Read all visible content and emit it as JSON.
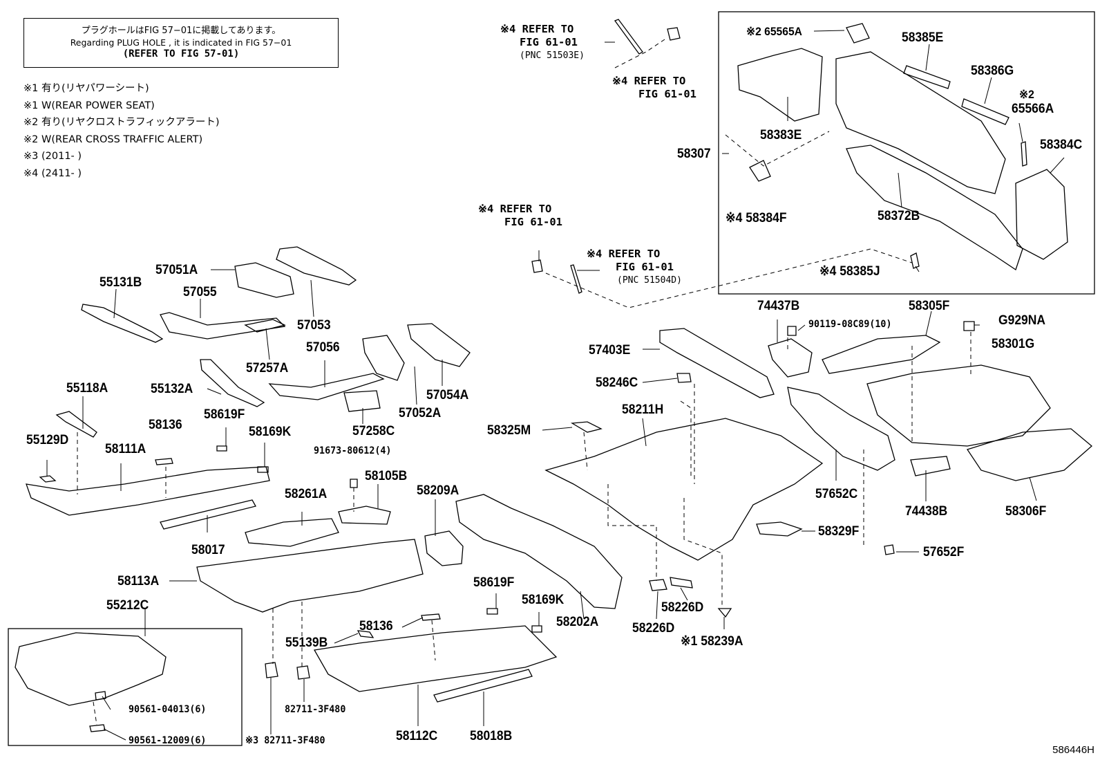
{
  "note": {
    "line1": "プラグホールはFIG 57−01に掲載してあります。",
    "line2": "Regarding  PLUG HOLE , it is indicated in FIG  57−01",
    "line3": "(REFER TO FIG 57-01)"
  },
  "legend": [
    "※1 有り(リヤパワーシート)",
    "※1 W(REAR POWER SEAT)",
    "※2 有り(リヤクロストラフィックアラート)",
    "※2 W(REAR CROSS TRAFFIC ALERT)",
    "※3 (2011-      )",
    "※4 (2411-      )"
  ],
  "refs": {
    "r1": {
      "l1": "※4 REFER TO",
      "l2": "FIG 61-01",
      "pnc": "(PNC 51503E)"
    },
    "r2": {
      "l1": "※4 REFER TO",
      "l2": "FIG 61-01"
    },
    "r3": {
      "l1": "※4 REFER TO",
      "l2": "FIG 61-01"
    },
    "r4": {
      "l1": "※4 REFER TO",
      "l2": "FIG 61-01",
      "pnc": "(PNC 51504D)"
    }
  },
  "labels": {
    "p65565A": "※2 65565A",
    "p58385E": "58385E",
    "p58386G": "58386G",
    "p65566A_a": "※2",
    "p65566A_b": "65566A",
    "p58383E": "58383E",
    "p58384C": "58384C",
    "p58307": "58307",
    "p58384F": "※4 58384F",
    "p58372B": "58372B",
    "p58385J": "※4 58385J",
    "p55131B": "55131B",
    "p57051A": "57051A",
    "p57055": "57055",
    "p57053": "57053",
    "p57257A": "57257A",
    "p57056": "57056",
    "p55118A": "55118A",
    "p55132A": "55132A",
    "p57052A": "57052A",
    "p57054A": "57054A",
    "p57258C": "57258C",
    "p91673": "91673-80612(4)",
    "p55129D": "55129D",
    "p58136a": "58136",
    "p58619Fa": "58619F",
    "p58169Ka": "58169K",
    "p58111A": "58111A",
    "p58105B": "58105B",
    "p58261A": "58261A",
    "p58017": "58017",
    "p58209A": "58209A",
    "p58113A": "58113A",
    "p55212C": "55212C",
    "p90561a": "90561-04013(6)",
    "p90561b": "90561-12009(6)",
    "p58619Fb": "58619F",
    "p58169Kb": "58169K",
    "p58136b": "58136",
    "p55139B": "55139B",
    "p82711a": "82711-3F480",
    "p82711b": "※3 82711-3F480",
    "p58112C": "58112C",
    "p58018B": "58018B",
    "p58202A": "58202A",
    "p74437B": "74437B",
    "p90119": "90119-08C89(10)",
    "p58305F": "58305F",
    "pG929NA": "G929NA",
    "p57403E": "57403E",
    "p58301G": "58301G",
    "p58246C": "58246C",
    "p58211H": "58211H",
    "p58325M": "58325M",
    "p57652C": "57652C",
    "p74438B": "74438B",
    "p58306F": "58306F",
    "p58329F": "58329F",
    "p57652F": "57652F",
    "p58226Da": "58226D",
    "p58226Db": "58226D",
    "p58239A": "※1 58239A"
  },
  "figure_id": "586446H"
}
